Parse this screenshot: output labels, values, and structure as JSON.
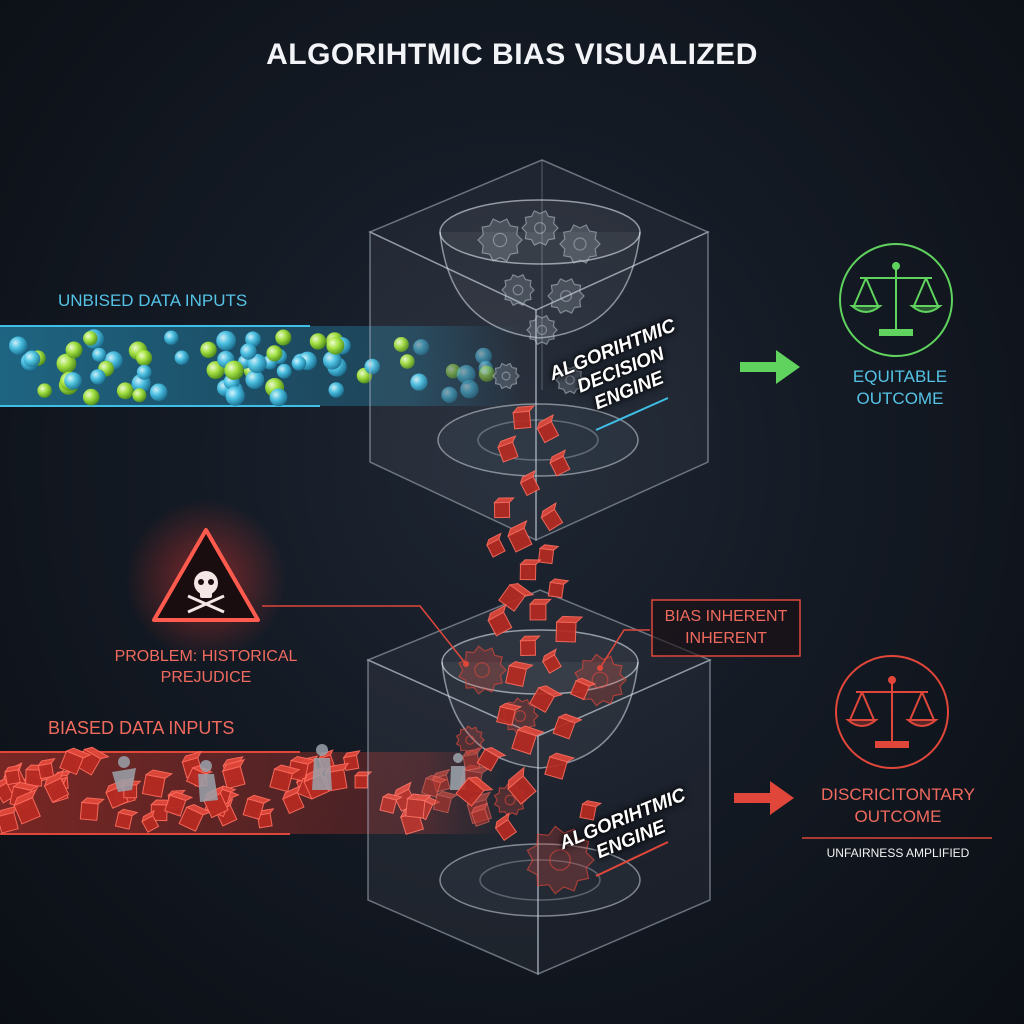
{
  "title": "ALGORIHTMIC BIAS VISUALIZED",
  "top_stream": {
    "label": "UNBISED DATA INPUTS"
  },
  "top_engine": {
    "line1": "ALGORIHTMIC",
    "line2": "DECISION",
    "line3": "ENGINE"
  },
  "top_outcome": {
    "line1": "EQUITABLE",
    "line2": "OUTCOME"
  },
  "warning": {
    "line1": "PROBLEM: HISTORICAL",
    "line2": "PREJUDICE"
  },
  "bias_box": {
    "line1": "BIAS INHERENT",
    "line2": "INHERENT"
  },
  "bottom_stream": {
    "label": "BIASED DATA INPUTS"
  },
  "bottom_engine": {
    "line1": "ALGORIHTMIC",
    "line2": "ENGINE"
  },
  "bottom_outcome": {
    "line1": "DISCRICITONTARY",
    "line2": "OUTCOME",
    "note": "UNFAIRNESS AMPLIFIED"
  },
  "icons": {
    "equitable": "balance-scale-icon",
    "discriminatory": "balance-scale-icon",
    "warning": "skull-crossbones-icon"
  },
  "colors": {
    "blue": "#55c3e6",
    "green": "#74e07a",
    "red": "#f06a5e",
    "cube_red": "#c8352c",
    "background": "#141a24"
  }
}
